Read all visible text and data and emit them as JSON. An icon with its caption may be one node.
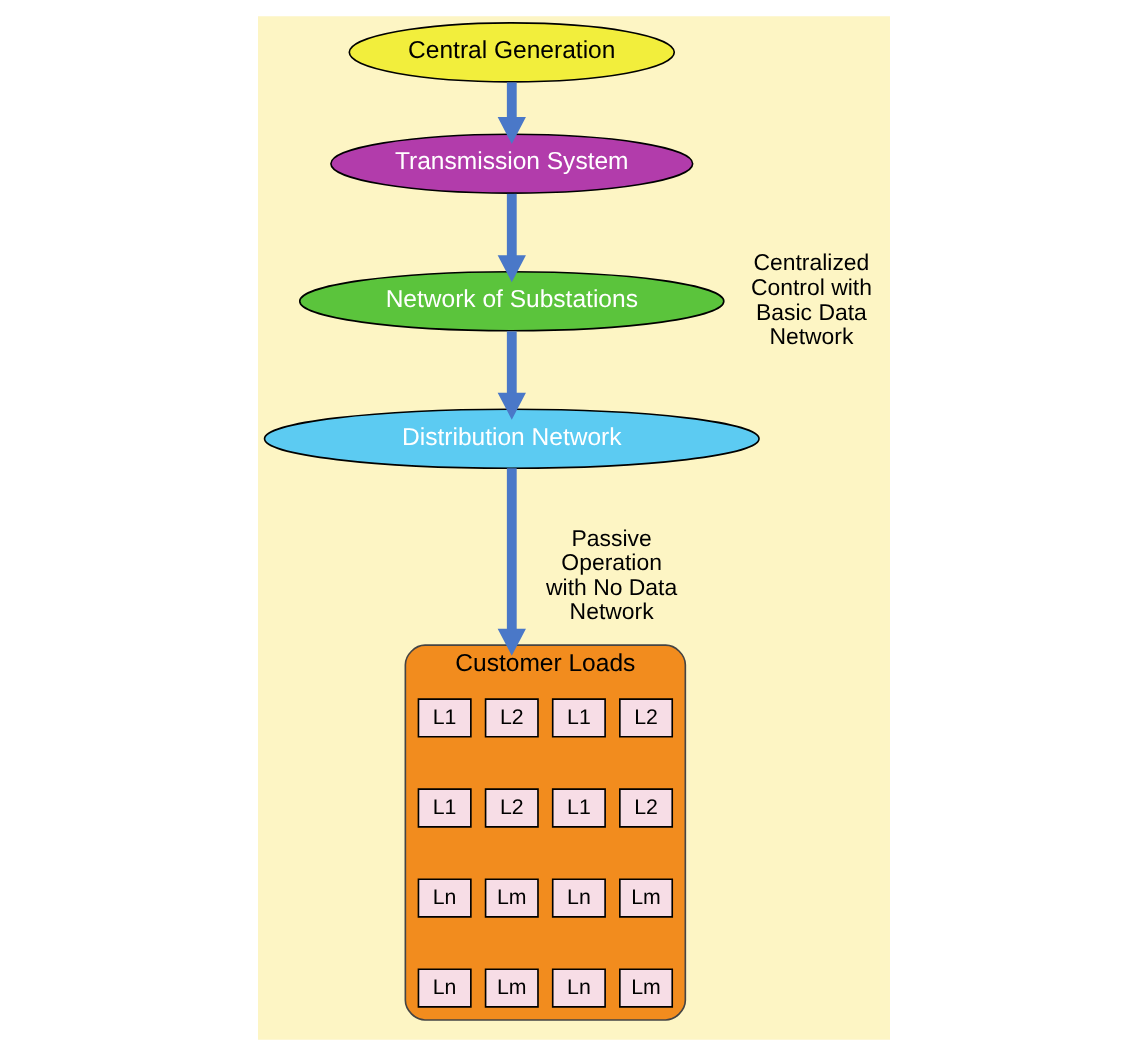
{
  "diagram": {
    "nodes": [
      {
        "text": [
          "Central Generation"
        ]
      },
      {
        "text": [
          "Transmission System"
        ]
      },
      {
        "text": [
          "Network of Substations"
        ]
      },
      {
        "text": [
          "Distribution Network"
        ]
      },
      {
        "text": [
          "Customer Loads"
        ]
      },
      {
        "text": [
          "L1"
        ],
        "in": 4
      },
      {
        "text": [
          "L1"
        ],
        "in": 4
      },
      {
        "text": [
          "Ln"
        ],
        "in": 4
      },
      {
        "text": [
          "Ln"
        ],
        "in": 4
      },
      {
        "text": [
          "L2"
        ],
        "in": 4
      },
      {
        "text": [
          "L2"
        ],
        "in": 4
      },
      {
        "text": [
          "Lm"
        ],
        "in": 4
      },
      {
        "text": [
          "Lm"
        ],
        "in": 4
      },
      {
        "text": [
          "L1"
        ],
        "in": 4
      },
      {
        "text": [
          "L1"
        ],
        "in": 4
      },
      {
        "text": [
          "Ln"
        ],
        "in": 4
      },
      {
        "text": [
          "Ln"
        ],
        "in": 4
      },
      {
        "text": [
          "L2"
        ],
        "in": 4
      },
      {
        "text": [
          "L2"
        ],
        "in": 4
      },
      {
        "text": [
          "Lm"
        ],
        "in": 4
      },
      {
        "text": [
          "Lm"
        ],
        "in": 4
      }
    ],
    "edges": [
      {
        "from": 0,
        "to": 1,
        "arrow": "to"
      },
      {
        "from": 1,
        "to": 2,
        "arrow": "to"
      },
      {
        "from": 2,
        "to": 3,
        "arrow": "to"
      },
      {
        "from": 3,
        "to": 4,
        "arrow": "to"
      }
    ],
    "labels": [
      "Centralized Control with Basic Data Network",
      "Passive Operation with No Data Network"
    ]
  }
}
